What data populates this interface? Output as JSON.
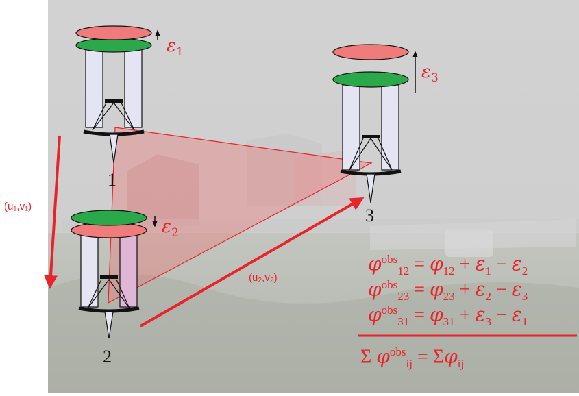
{
  "diagram": {
    "labels": {
      "uv1": "(u₁,v₁)",
      "uv2": "(u₂,v₂)",
      "p1": "1",
      "p2": "2",
      "p3": "3"
    },
    "epsilons": {
      "e1": {
        "sym": "ε",
        "sub": "1",
        "dir": "↑"
      },
      "e2": {
        "sym": "ε",
        "sub": "2",
        "dir": "↓"
      },
      "e3": {
        "sym": "ε",
        "sub": "3",
        "dir": "↑"
      }
    },
    "equations": [
      {
        "lhs_sym": "φ",
        "lhs_sup": "obs",
        "lhs_sub": "12",
        "rhs_sym": "φ",
        "rhs_sub": "12",
        "p_sub": "1",
        "m_sub": "2"
      },
      {
        "lhs_sym": "φ",
        "lhs_sup": "obs",
        "lhs_sub": "23",
        "rhs_sym": "φ",
        "rhs_sub": "23",
        "p_sub": "2",
        "m_sub": "3"
      },
      {
        "lhs_sym": "φ",
        "lhs_sup": "obs",
        "lhs_sub": "31",
        "rhs_sym": "φ",
        "rhs_sub": "31",
        "p_sub": "3",
        "m_sub": "1"
      }
    ],
    "sum": {
      "sigma": "Σ",
      "sup": "obs",
      "sub": "ij",
      "rhs_sub": "ij"
    },
    "colors": {
      "red": "#e8242a",
      "green": "#2aa84a",
      "pink": "#ef7b7b",
      "tube": "#e4e4f3",
      "photo": "#cfcfcf"
    }
  }
}
